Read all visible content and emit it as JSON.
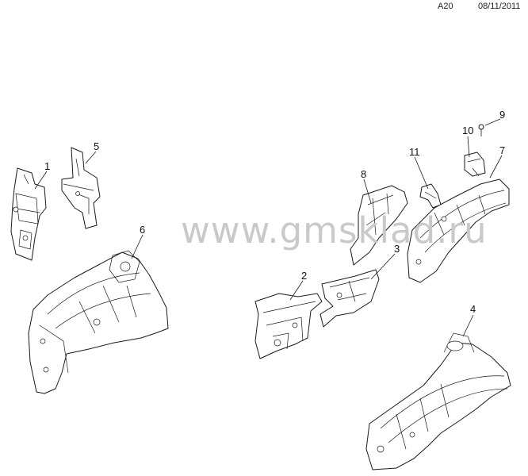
{
  "header": {
    "page_code": "A20",
    "date": "08/11/2011"
  },
  "watermark": "www.gmsklad.ru",
  "callouts": [
    "1",
    "2",
    "3",
    "4",
    "5",
    "6",
    "7",
    "8",
    "9",
    "10",
    "11"
  ]
}
